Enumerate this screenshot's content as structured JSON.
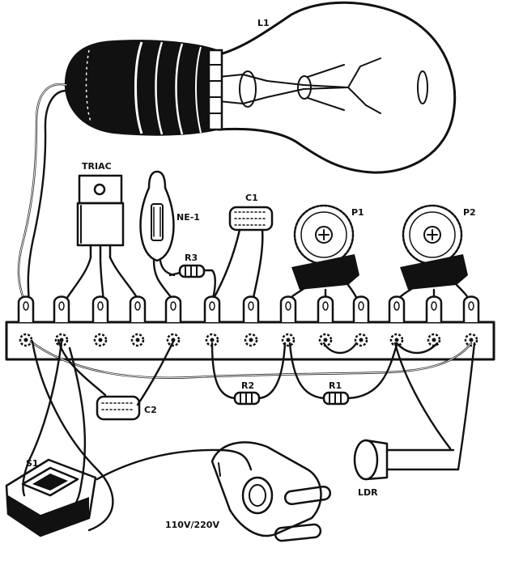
{
  "labels": {
    "lamp": "L1",
    "triac": "TRIAC",
    "neon": "NE-1",
    "c1": "C1",
    "c2": "C2",
    "p1": "P1",
    "p2": "P2",
    "r1": "R1",
    "r2": "R2",
    "r3": "R3",
    "switch": "S1",
    "ldr": "LDR",
    "mains": "110V/220V"
  },
  "colors": {
    "ink": "#111111",
    "paper": "#ffffff"
  }
}
